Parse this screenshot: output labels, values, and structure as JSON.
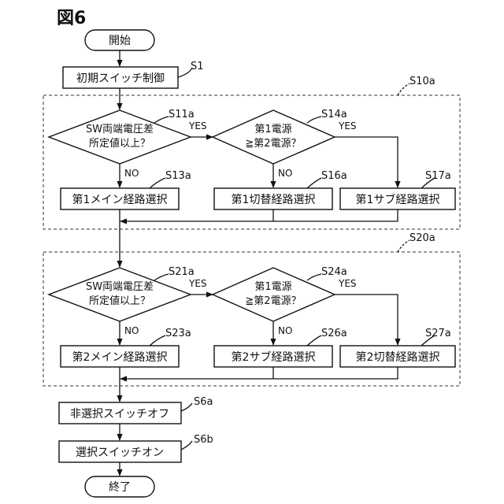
{
  "figure": {
    "label": "図6"
  },
  "start": "開始",
  "end": "終了",
  "step_s1": {
    "label": "初期スイッチ制御",
    "tag": "S1"
  },
  "group1": {
    "tag": "S10a",
    "decision_a": {
      "line1": "SW両端電圧差",
      "line2": "所定値以上？",
      "tag": "S11a"
    },
    "decision_b": {
      "line1": "第1電源",
      "line2": "≧第2電源？",
      "tag": "S14a"
    },
    "box_main": {
      "label": "第1メイン経路選択",
      "tag": "S13a"
    },
    "box_mid": {
      "label": "第1切替経路選択",
      "tag": "S16a"
    },
    "box_right": {
      "label": "第1サブ経路選択",
      "tag": "S17a"
    }
  },
  "group2": {
    "tag": "S20a",
    "decision_a": {
      "line1": "SW両端電圧差",
      "line2": "所定値以上？",
      "tag": "S21a"
    },
    "decision_b": {
      "line1": "第1電源",
      "line2": "≧第2電源？",
      "tag": "S24a"
    },
    "box_main": {
      "label": "第2メイン経路選択",
      "tag": "S23a"
    },
    "box_mid": {
      "label": "第2サブ経路選択",
      "tag": "S26a"
    },
    "box_right": {
      "label": "第2切替経路選択",
      "tag": "S27a"
    }
  },
  "step_s6a": {
    "label": "非選択スイッチオフ",
    "tag": "S6a"
  },
  "step_s6b": {
    "label": "選択スイッチオン",
    "tag": "S6b"
  },
  "labels": {
    "yes": "YES",
    "no": "NO"
  }
}
